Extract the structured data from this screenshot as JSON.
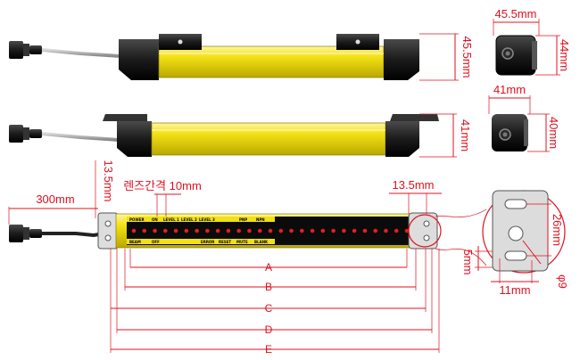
{
  "colors": {
    "accent": "#e0101f",
    "housing": "#f2e014",
    "body": "#1b1b1b",
    "led": "#e02020"
  },
  "side_view_1": {
    "height": "45.5mm"
  },
  "side_view_2": {
    "height": "41mm"
  },
  "end_view_1": {
    "width": "45.5mm",
    "height": "44mm"
  },
  "end_view_2": {
    "width": "41mm",
    "height": "40mm"
  },
  "front_view": {
    "cable_length": "300mm",
    "edge_offset": "13.5mm",
    "lens_pitch": "렌즈간격 10mm",
    "right_offset": "13.5mm",
    "strip_top": [
      "POWER",
      "ON",
      "LEVEL 1",
      "LEVEL 2",
      "LEVEL 3",
      "PNP",
      "NPN"
    ],
    "strip_bottom": [
      "BEAM",
      "OFF",
      "ERROR",
      "RESET",
      "MUTE",
      "BLANK"
    ],
    "led_count": 27,
    "dimensions": [
      "A",
      "B",
      "C",
      "D",
      "E"
    ]
  },
  "bracket_detail": {
    "hole_spacing": "26mm",
    "hole_diameter": "φ9",
    "width": "11mm",
    "edge": "5mm"
  }
}
